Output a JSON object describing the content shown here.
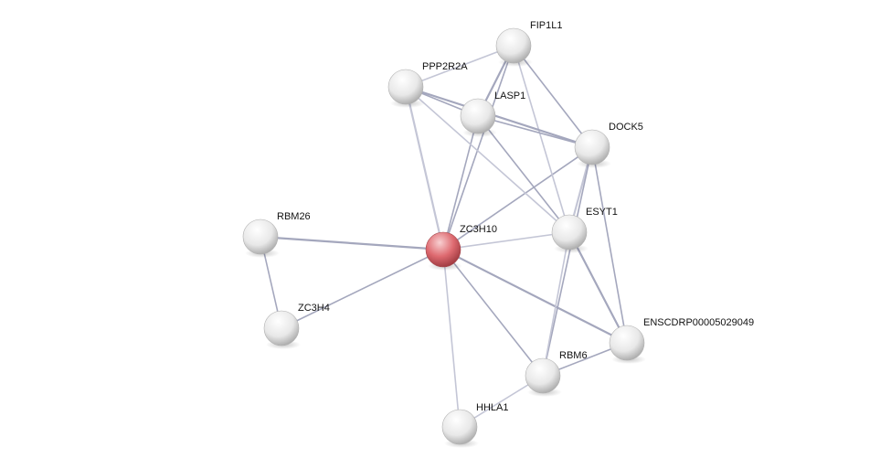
{
  "network": {
    "colors": {
      "edge": "#a4a7bd",
      "edge_light": "#c4c6d6",
      "node_default": "#e6e6e6",
      "node_query": "#d9666b"
    },
    "nodes": [
      {
        "id": "zc3h10",
        "label": "ZC3H10",
        "query": true
      },
      {
        "id": "fip1l1",
        "label": "FIP1L1",
        "query": false
      },
      {
        "id": "ppp2r2a",
        "label": "PPP2R2A",
        "query": false
      },
      {
        "id": "lasp1",
        "label": "LASP1",
        "query": false
      },
      {
        "id": "dock5",
        "label": "DOCK5",
        "query": false
      },
      {
        "id": "esyt1",
        "label": "ESYT1",
        "query": false
      },
      {
        "id": "rbm26",
        "label": "RBM26",
        "query": false
      },
      {
        "id": "zc3h4",
        "label": "ZC3H4",
        "query": false
      },
      {
        "id": "enscdrp",
        "label": "ENSCDRP00005029049",
        "query": false
      },
      {
        "id": "rbm6",
        "label": "RBM6",
        "query": false
      },
      {
        "id": "hhla1",
        "label": "HHLA1",
        "query": false
      }
    ],
    "edges": [
      [
        "zc3h10",
        "rbm26"
      ],
      [
        "zc3h10",
        "zc3h4"
      ],
      [
        "zc3h10",
        "hhla1"
      ],
      [
        "zc3h10",
        "rbm6"
      ],
      [
        "zc3h10",
        "enscdrp"
      ],
      [
        "zc3h10",
        "esyt1"
      ],
      [
        "zc3h10",
        "dock5"
      ],
      [
        "zc3h10",
        "lasp1"
      ],
      [
        "zc3h10",
        "ppp2r2a"
      ],
      [
        "zc3h10",
        "fip1l1"
      ],
      [
        "rbm26",
        "zc3h4"
      ],
      [
        "fip1l1",
        "ppp2r2a"
      ],
      [
        "fip1l1",
        "lasp1"
      ],
      [
        "fip1l1",
        "dock5"
      ],
      [
        "fip1l1",
        "esyt1"
      ],
      [
        "ppp2r2a",
        "lasp1"
      ],
      [
        "ppp2r2a",
        "dock5"
      ],
      [
        "ppp2r2a",
        "esyt1"
      ],
      [
        "lasp1",
        "dock5"
      ],
      [
        "lasp1",
        "esyt1"
      ],
      [
        "dock5",
        "esyt1"
      ],
      [
        "dock5",
        "rbm6"
      ],
      [
        "dock5",
        "enscdrp"
      ],
      [
        "esyt1",
        "rbm6"
      ],
      [
        "esyt1",
        "enscdrp"
      ],
      [
        "rbm6",
        "enscdrp"
      ],
      [
        "rbm6",
        "hhla1"
      ]
    ]
  }
}
